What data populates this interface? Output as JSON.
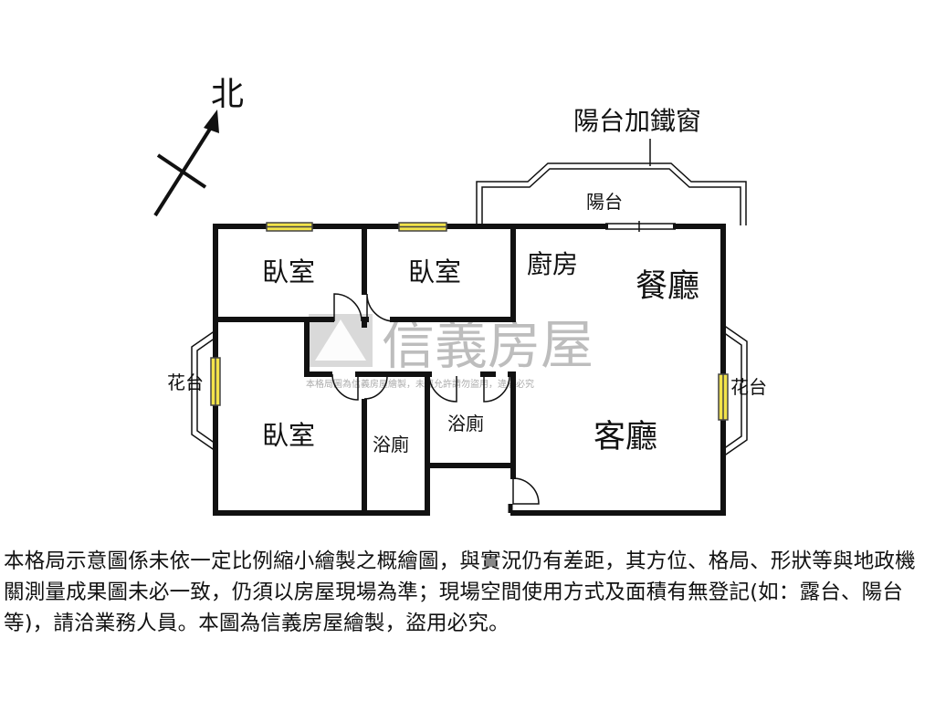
{
  "compass": {
    "north_label": "北"
  },
  "balcony_window_label": "陽台加鐵窗",
  "rooms": {
    "balcony": "陽台",
    "bedroom_1": "臥室",
    "bedroom_2": "臥室",
    "bedroom_3": "臥室",
    "kitchen": "廚房",
    "dining": "餐廳",
    "living": "客廳",
    "bath_1": "浴廁",
    "bath_2": "浴廁",
    "planter_left": "花台",
    "planter_right": "花台"
  },
  "watermark": {
    "brand": "信義房屋",
    "notice": "本格局圖為信義房屋繪製，未經允許請勿盜用，違者必究"
  },
  "disclaimer": "本格局示意圖係未依一定比例縮小繪製之概繪圖，與實況仍有差距，其方位、格局、形狀等與地政機關測量成果圖未必一致，仍須以房屋現場為準；現場空間使用方式及面積有無登記(如：露台、陽台等)，請洽業務人員。本圖為信義房屋繪製，盜用必究。",
  "colors": {
    "wall": "#111111",
    "window_fill": "#f2e34a",
    "window_stroke": "#444444",
    "watermark": "#b9b9b9",
    "text": "#111111"
  }
}
